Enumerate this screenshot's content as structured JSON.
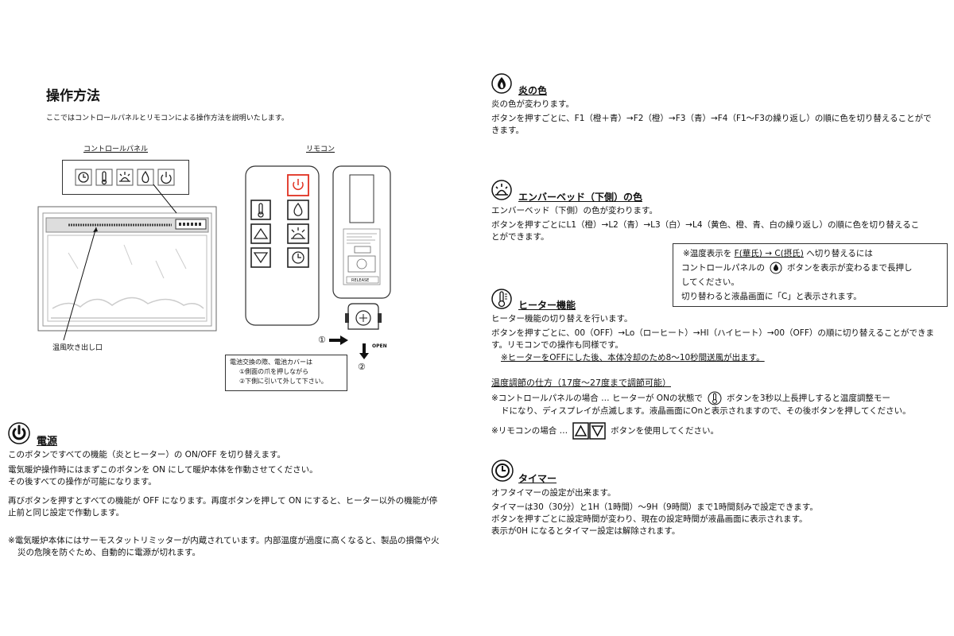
{
  "left": {
    "title": "操作方法",
    "intro": "ここではコントロールパネルとリモコンによる操作方法を説明いたします。",
    "panel_label": "コントロールパネル",
    "remote_label": "リモコン",
    "outlet_label": "温風吹き出し口",
    "battery_note": [
      "電池交換の際、電池カバーは",
      "①側面の爪を押しながら",
      "②下側に引いて外して下さい。"
    ],
    "step1": "①",
    "step2": "②",
    "open_label": "OPEN",
    "release_label": "RELEASE",
    "power": {
      "title": "電源",
      "lines": [
        "このボタンですべての機能（炎とヒーター）の ON/OFF を切り替えます。",
        "電気暖炉操作時にはまずこのボタンを ON にして暖炉本体を作動させてください。",
        "その後すべての操作が可能になります。",
        "再びボタンを押すとすべての機能が OFF になります。再度ボタンを押して ON にすると、ヒーター以外の機能が停",
        "止前と同じ設定で作動します。",
        "※電気暖炉本体にはサーモスタットリミッターが内蔵されています。内部温度が過度に高くなると、製品の損傷や火",
        "災の危険を防ぐため、自動的に電源が切れます。"
      ]
    }
  },
  "right": {
    "flame": {
      "title": "炎の色",
      "lines": [
        "炎の色が変わります。",
        "ボタンを押すごとに、F1（橙＋青）→F2（橙）→F3（青）→F4（F1～F3の繰り返し）の順に色を切り替えることがで",
        "きます。"
      ]
    },
    "ember": {
      "title": "エンバーベッド（下側）の色",
      "lines": [
        "エンバーベッド（下側）の色が変わります。",
        "ボタンを押すごとにL1（橙）→L2（青）→L3（白）→L4（黄色、橙、青、白の繰り返し）の順に色を切り替えるこ",
        "とができます。"
      ]
    },
    "note_box": {
      "line1_prefix": "※温度表示を",
      "line1_highlight": "F(華氏) → C(摂氏)",
      "line1_suffix": "へ切り替えるには",
      "line2_prefix": "コントロールパネルの",
      "line2_suffix": "ボタンを表示が変わるまで長押し",
      "line3": "してください。",
      "line4": "切り替わると液晶画面に「C」と表示されます。"
    },
    "heater": {
      "title": "ヒーター機能",
      "lines": [
        "ヒーター機能の切り替えを行います。",
        "ボタンを押すごとに、00（OFF）→Lo（ローヒート）→HI（ハイヒート）→00（OFF）の順に切り替えることができま",
        "す。リモコンでの操作も同様です。"
      ],
      "note": "※ヒーターをOFFにした後、本体冷却のため8～10秒間送風が出ます。"
    },
    "temp": {
      "title": "温度調節の仕方（17度～27度まで調節可能）",
      "panel_prefix": "※コントロールパネルの場合 … ヒーターが ONの状態で",
      "panel_suffix": "ボタンを3秒以上長押しすると温度調整モー",
      "panel_line2": "ドになり、ディスプレイが点滅します。液晶画面にOnと表示されますので、その後ボタンを押してください。",
      "remote_prefix": "※リモコンの場合 …",
      "remote_suffix": "ボタンを使用してください。"
    },
    "timer": {
      "title": "タイマー",
      "lines": [
        "オフタイマーの設定が出来ます。",
        "タイマーは30（30分）と1H（1時間）～9H（9時間）まで1時間刻みで設定できます。",
        "ボタンを押すごとに設定時間が変わり、現在の設定時間が液晶画面に表示されます。",
        "表示が0H になるとタイマー設定は解除されます。"
      ]
    }
  }
}
